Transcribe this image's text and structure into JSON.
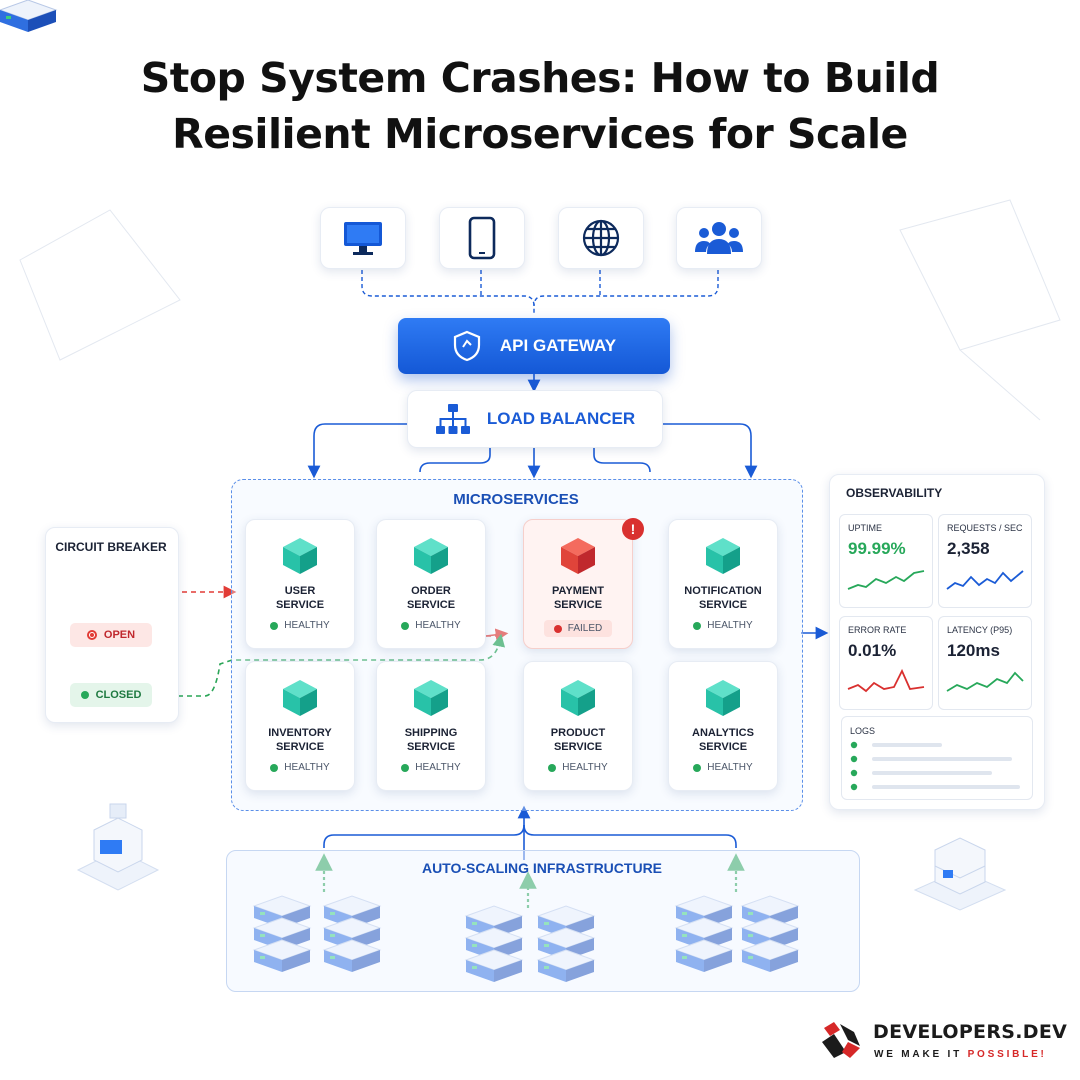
{
  "title": {
    "line1": "Stop System Crashes: How to Build",
    "line2": "Resilient Microservices for Scale"
  },
  "clients": [
    {
      "icon": "desktop-icon"
    },
    {
      "icon": "mobile-icon"
    },
    {
      "icon": "globe-icon"
    },
    {
      "icon": "users-icon"
    }
  ],
  "gateway": {
    "label": "API GATEWAY",
    "icon": "shield-icon"
  },
  "load_balancer": {
    "label": "LOAD BALANCER",
    "icon": "network-tree-icon"
  },
  "microservices": {
    "title": "MICROSERVICES",
    "services": [
      {
        "line1": "USER",
        "line2": "SERVICE",
        "status": "HEALTHY"
      },
      {
        "line1": "ORDER",
        "line2": "SERVICE",
        "status": "HEALTHY"
      },
      {
        "line1": "PAYMENT",
        "line2": "SERVICE",
        "status": "FAILED",
        "alert": "!"
      },
      {
        "line1": "NOTIFICATION",
        "line2": "SERVICE",
        "status": "HEALTHY"
      },
      {
        "line1": "INVENTORY",
        "line2": "SERVICE",
        "status": "HEALTHY"
      },
      {
        "line1": "SHIPPING",
        "line2": "SERVICE",
        "status": "HEALTHY"
      },
      {
        "line1": "PRODUCT",
        "line2": "SERVICE",
        "status": "HEALTHY"
      },
      {
        "line1": "ANALYTICS",
        "line2": "SERVICE",
        "status": "HEALTHY"
      }
    ]
  },
  "circuit_breaker": {
    "title": "CIRCUIT BREAKER",
    "open": "OPEN",
    "closed": "CLOSED"
  },
  "observability": {
    "title": "OBSERVABILITY",
    "uptime": {
      "label": "UPTIME",
      "value": "99.99%"
    },
    "requests": {
      "label": "REQUESTS / SEC",
      "value": "2,358"
    },
    "error_rate": {
      "label": "ERROR RATE",
      "value": "0.01%"
    },
    "latency": {
      "label": "LATENCY (P95)",
      "value": "120ms"
    },
    "logs": {
      "label": "LOGS"
    }
  },
  "infrastructure": {
    "title": "AUTO-SCALING INFRASTRUCTURE"
  },
  "brand": {
    "name": "DEVELOPERS.DEV",
    "tagline_a": "WE MAKE IT ",
    "tagline_b": "POSSIBLE!"
  },
  "colors": {
    "primary": "#1a5bd6",
    "healthy": "#27a85a",
    "failed": "#d9302f",
    "title": "#111111"
  }
}
